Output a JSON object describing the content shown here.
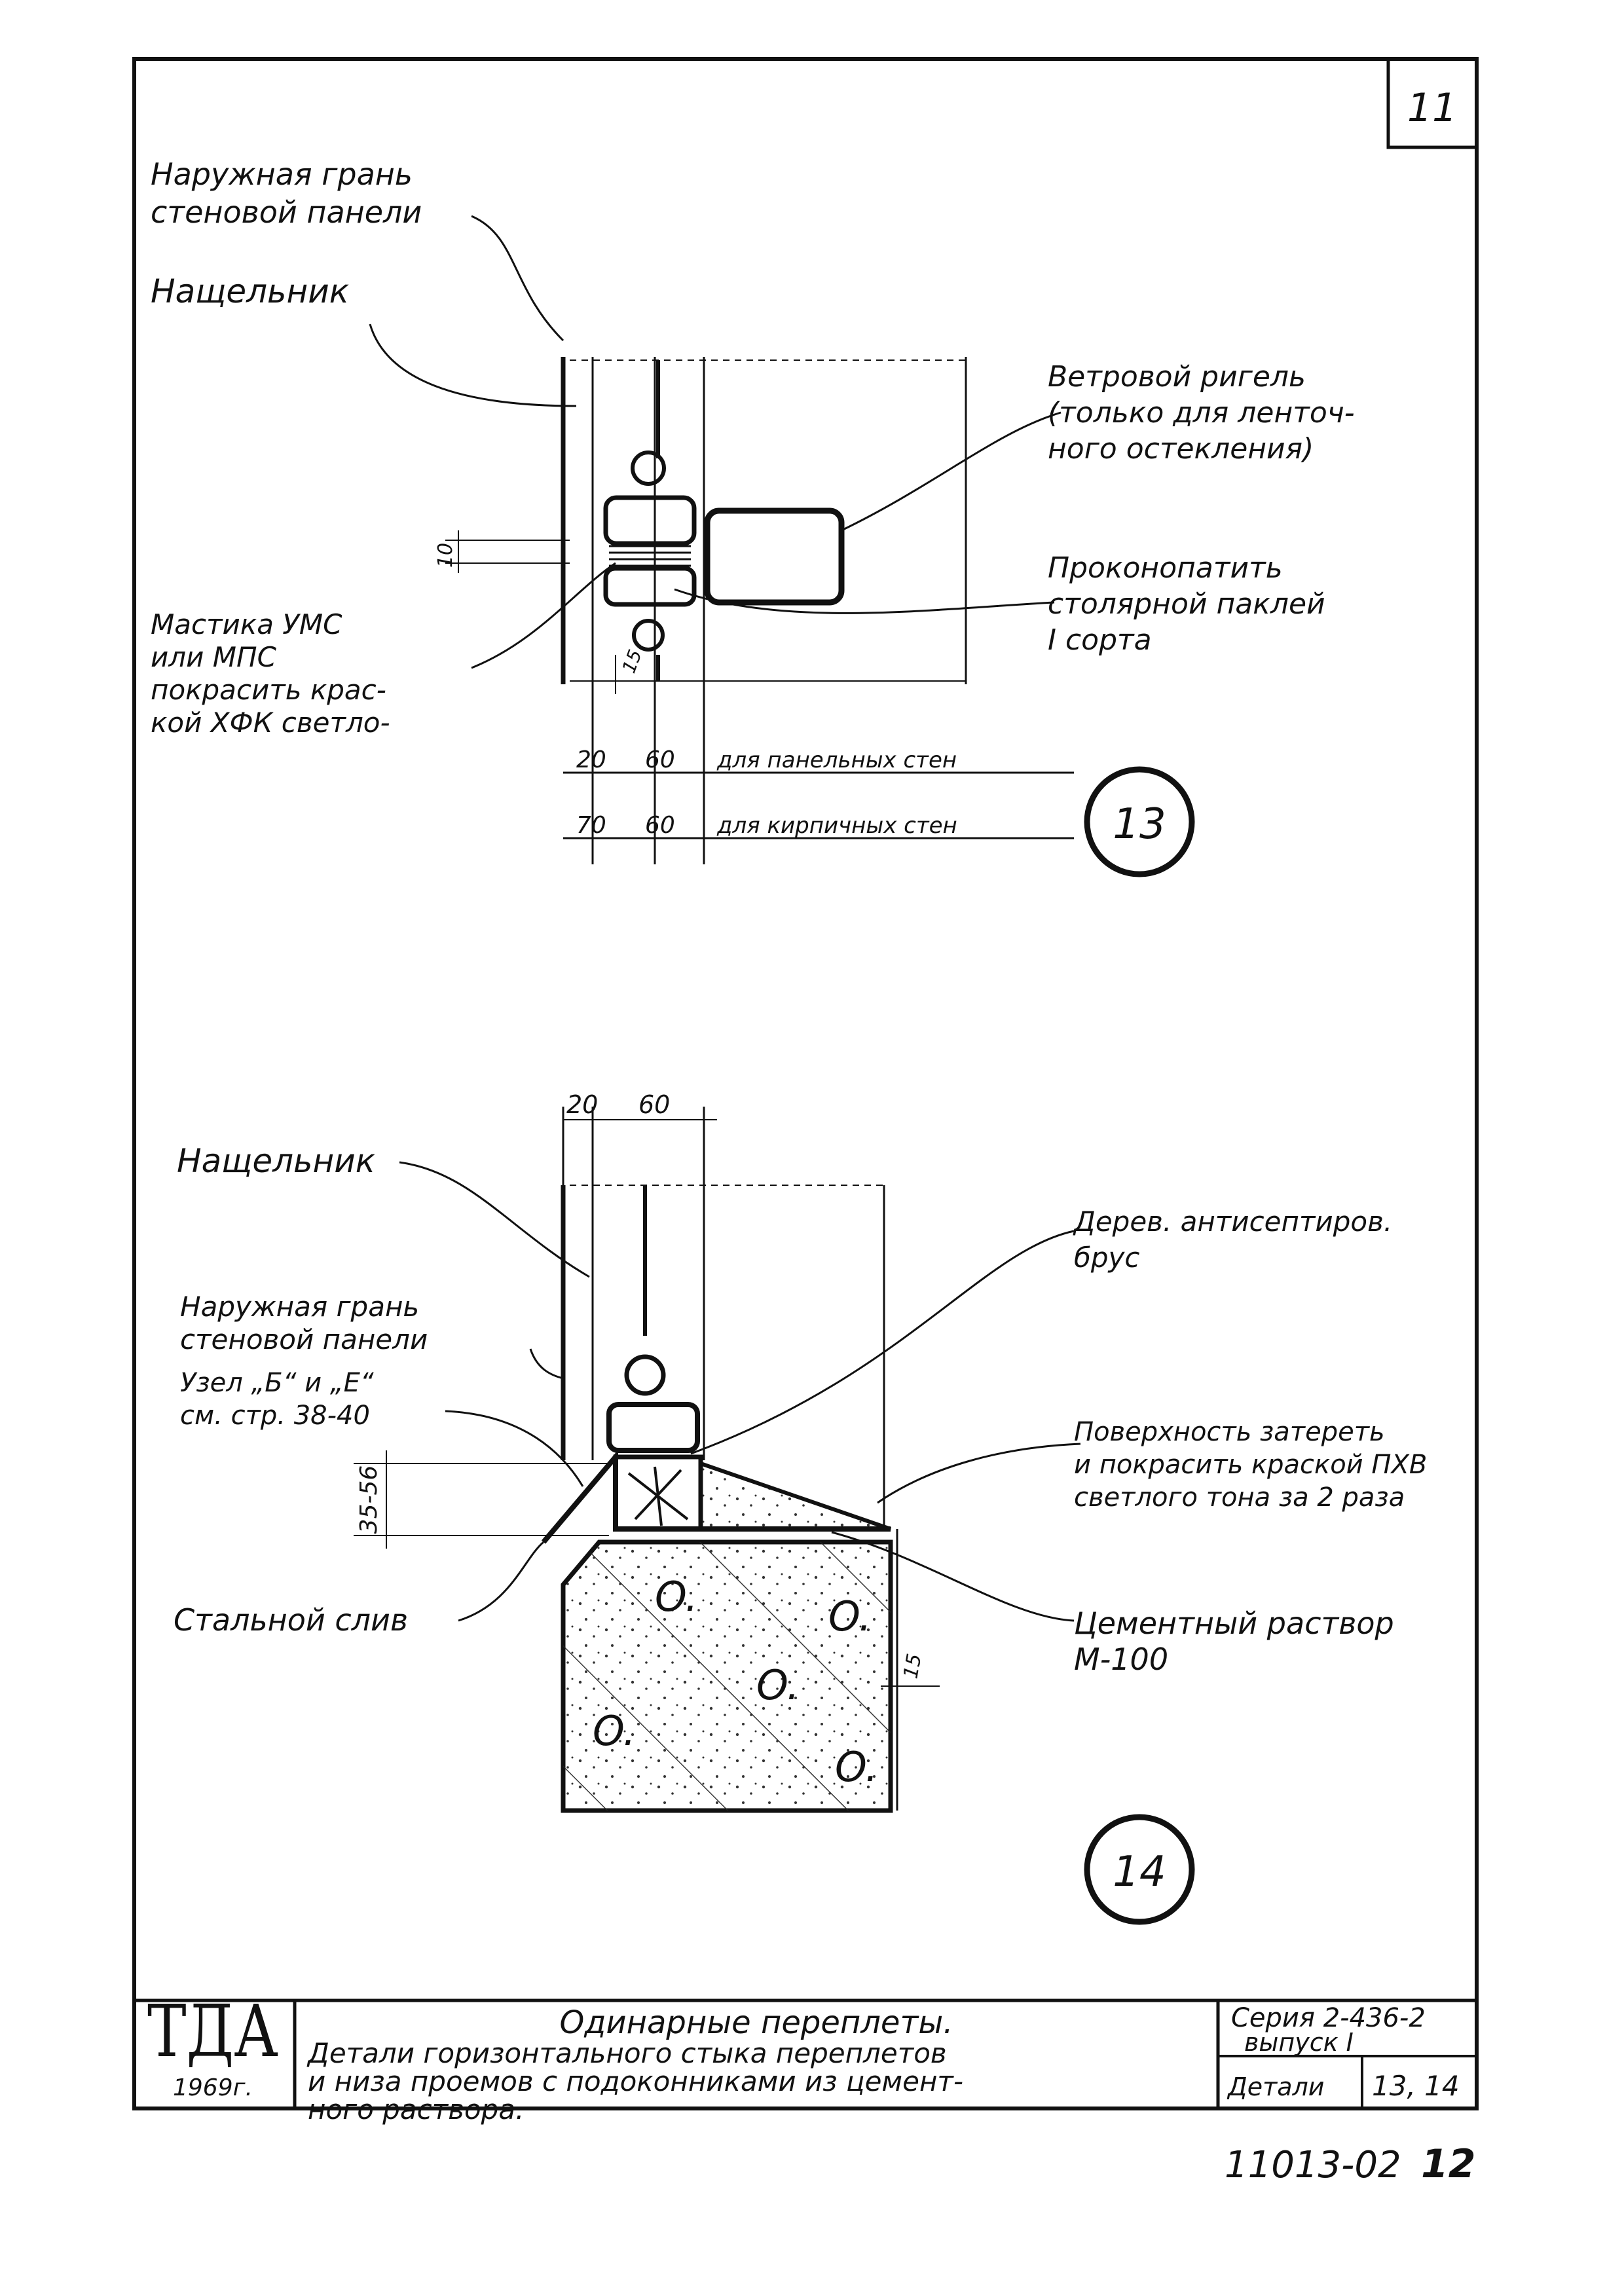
{
  "sheet_number": "11",
  "document_code": "11013-02",
  "document_page": "12",
  "detail13": {
    "marker": "13",
    "labels": {
      "outer_face": [
        "Наружная грань",
        "стеновой панели"
      ],
      "batten": "Нащельник",
      "wind_bar": [
        "Ветровой ригель",
        "(только для ленточ-",
        "ного остекления)"
      ],
      "caulk": [
        "Проконопатить",
        "столярной паклей",
        "I сорта"
      ],
      "mastic": [
        "Мастика УМС",
        "или МПС",
        "покрасить крас-",
        "кой ХФК светло-"
      ]
    },
    "dims": {
      "d10": "10",
      "d15": "15"
    },
    "table": [
      {
        "a": "20",
        "b": "60",
        "note": "для панельных стен"
      },
      {
        "a": "70",
        "b": "60",
        "note": "для кирпичных стен"
      }
    ]
  },
  "detail14": {
    "marker": "14",
    "labels": {
      "batten": "Нащельник",
      "outer_face": [
        "Наружная грань",
        "стеновой панели"
      ],
      "node_ref": [
        "Узел „Б“ и „Е“",
        "см. стр. 38-40"
      ],
      "beam": [
        "Дерев. антисептиров.",
        "брус"
      ],
      "surface": [
        "Поверхность затереть",
        "и покрасить краской ПХВ",
        "светлого тона за 2 раза"
      ],
      "sill_flash": "Стальной слив",
      "mortar": [
        "Цементный раствор",
        "М-100"
      ]
    },
    "dims": {
      "d20": "20",
      "d60": "60",
      "d3556": "35-56",
      "d15": "15"
    }
  },
  "title_block": {
    "logo": "ТДА",
    "year": "1969г.",
    "title": "Одинарные переплеты.",
    "description": [
      "Детали горизонтального стыка переплетов",
      "и низа проемов с подоконниками из цемент-",
      "ного раствора."
    ],
    "series": "Серия 2-436-2",
    "issue": "выпуск I",
    "details_label": "Детали",
    "details_value": "13, 14"
  }
}
